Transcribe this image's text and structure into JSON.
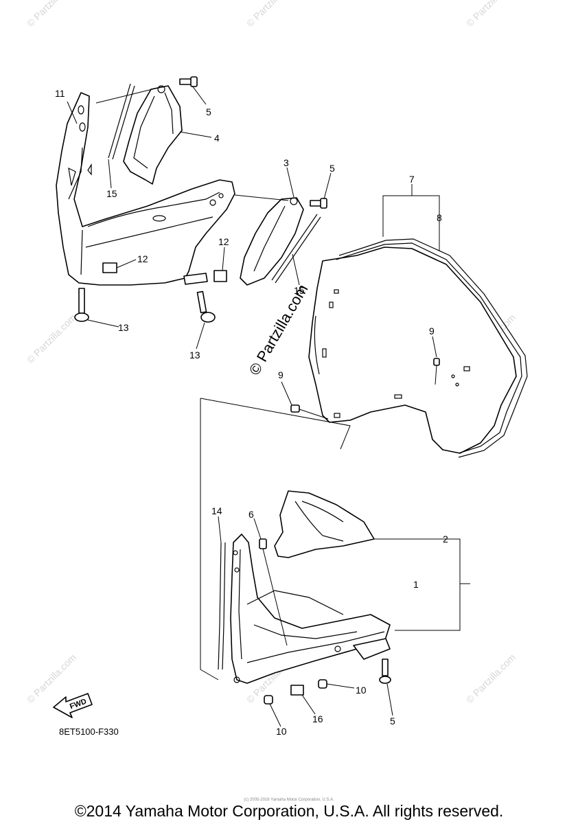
{
  "callouts": {
    "c1": "1",
    "c2": "2",
    "c3": "3",
    "c4": "4",
    "c5a": "5",
    "c5b": "5",
    "c5c": "5",
    "c6": "6",
    "c7": "7",
    "c8": "8",
    "c9a": "9",
    "c9b": "9",
    "c10a": "10",
    "c10b": "10",
    "c11": "11",
    "c12a": "12",
    "c12b": "12",
    "c13a": "13",
    "c13b": "13",
    "c14": "14",
    "c15a": "15",
    "c15b": "15",
    "c16": "16"
  },
  "watermark": {
    "main": "© Partzilla.com",
    "repeat": "© Partzilla.com"
  },
  "fwd_label": "FWD",
  "diagram_code": "8ET5100-F330",
  "footer_small": "(c) 2005-2016 Yamaha Motor Corporation, U.S.A.",
  "footer": "©2014 Yamaha Motor Corporation, U.S.A. All rights reserved."
}
